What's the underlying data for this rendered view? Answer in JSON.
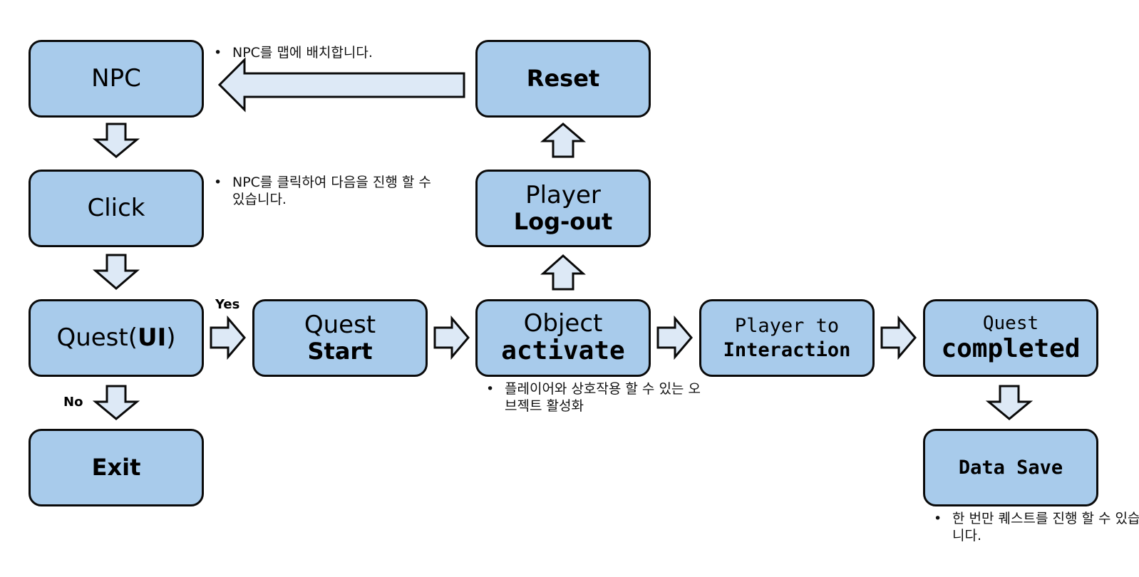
{
  "nodes": {
    "npc": {
      "label": "NPC"
    },
    "click": {
      "label": "Click"
    },
    "quest_ui": {
      "prefix": "Quest(",
      "bold": "UI",
      "suffix": ")"
    },
    "exit": {
      "label": "Exit"
    },
    "quest_start": {
      "line1": "Quest",
      "line2": "Start"
    },
    "object_activate": {
      "line1": "Object",
      "line2": "activate"
    },
    "player_logout": {
      "line1": "Player",
      "line2": "Log-out"
    },
    "reset": {
      "label": "Reset"
    },
    "player_interaction": {
      "line1": "Player to",
      "line2": "Interaction"
    },
    "quest_completed": {
      "line1": "Quest",
      "line2": "completed"
    },
    "data_save": {
      "label": "Data Save"
    }
  },
  "branches": {
    "yes": "Yes",
    "no": "No"
  },
  "notes": {
    "npc_place": "NPC를 맵에 배치합니다.",
    "npc_click": "NPC를 클릭하여 다음을 진행 할 수 있습니다.",
    "object_activate": "플레이어와 상호작용 할 수 있는 오브젝트 활성화",
    "data_save": "한 번만 퀘스트를 진행 할 수 있습니다."
  },
  "colors": {
    "box_fill": "#a8cbeb",
    "arrow_fill": "#dde9f6",
    "stroke": "#0a0a0a"
  }
}
